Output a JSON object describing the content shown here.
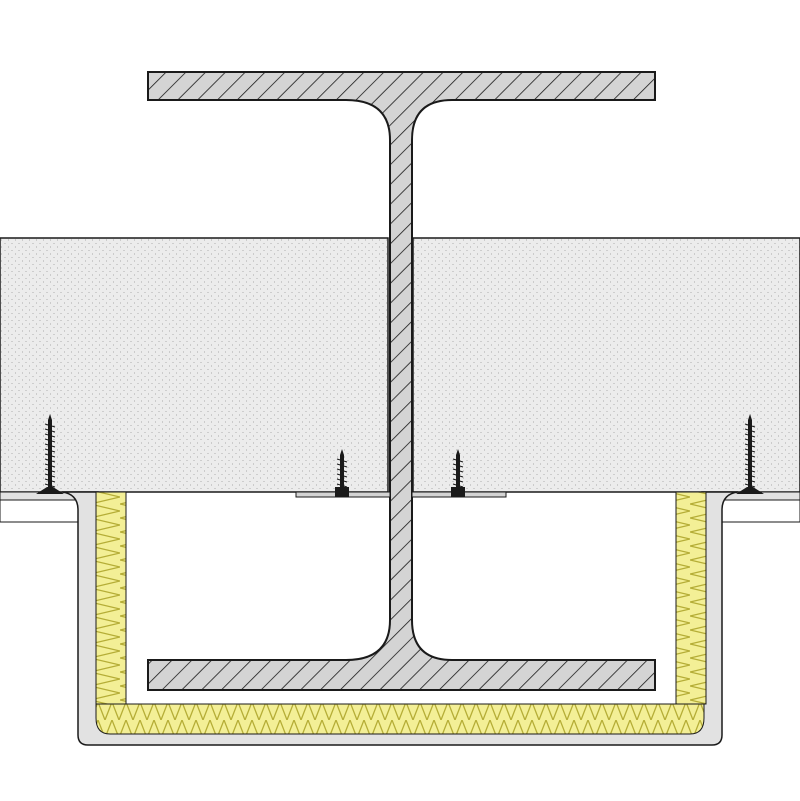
{
  "drawing": {
    "subject": "",
    "colors": {
      "background": "#ffffff",
      "steel_fill": "#d4d4d4",
      "outline": "#1a1a1a",
      "hatch": "#1a1a1a",
      "slab_fill": "#ececec",
      "slab_dots": "#9a9a9a",
      "insulation_fill": "#f3ef96",
      "insulation_zigzag": "#b5ad36",
      "board_fill": "#e2e2e2",
      "screw": "#1a1a1a"
    },
    "layers": [
      {
        "id": "steel-i-beam",
        "hatch": "diagonal"
      },
      {
        "id": "concrete-slab",
        "hatch": "stipple"
      },
      {
        "id": "fire-protection-board-casing",
        "hatch": "none"
      },
      {
        "id": "mineral-wool-insulation",
        "hatch": "zigzag"
      },
      {
        "id": "fixing-screws",
        "count": 4
      }
    ]
  }
}
